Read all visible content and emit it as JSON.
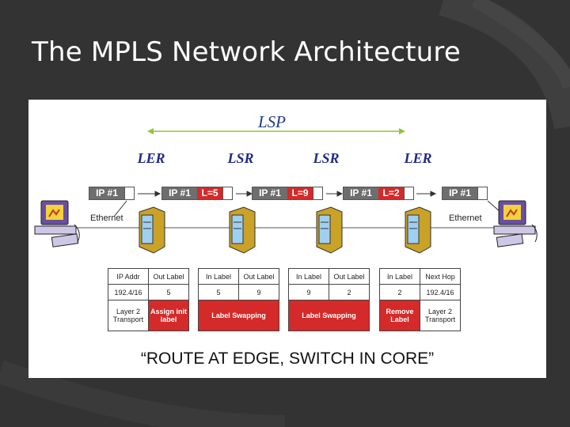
{
  "slide": {
    "title": "The MPLS Network Architecture"
  },
  "diagram": {
    "lsp": "LSP",
    "routers": [
      "LER",
      "LSR",
      "LSR",
      "LER"
    ],
    "packets": [
      {
        "ip": "IP #1",
        "label": ""
      },
      {
        "ip": "IP #1",
        "label": "L=5"
      },
      {
        "ip": "IP #1",
        "label": "L=9"
      },
      {
        "ip": "IP #1",
        "label": "L=2"
      },
      {
        "ip": "IP #1",
        "label": ""
      }
    ],
    "ethernet_left": "Ethernet",
    "ethernet_right": "Ethernet",
    "tables": [
      {
        "headers": [
          "IP Addr",
          "Out Label"
        ],
        "row": [
          "192.4/16",
          "5"
        ],
        "bottom_left": "Layer 2 Transport",
        "bottom_right": "Assign init label"
      },
      {
        "headers": [
          "In Label",
          "Out Label"
        ],
        "row": [
          "5",
          "9"
        ],
        "bottom": "Label Swapping"
      },
      {
        "headers": [
          "In Label",
          "Out Label"
        ],
        "row": [
          "9",
          "2"
        ],
        "bottom": "Label Swapping"
      },
      {
        "headers": [
          "In Label",
          "Next Hop"
        ],
        "row": [
          "2",
          "192.4/16"
        ],
        "bottom_left": "Remove Label",
        "bottom_right": "Layer 2 Transport"
      }
    ],
    "tagline": "“ROUTE AT EDGE, SWITCH IN CORE”"
  },
  "colors": {
    "background": "#333333",
    "label_red": "#d42a2a",
    "ip_gray": "#6e6e6e",
    "lsp_green": "#8cc63f",
    "router_blue": "#1f2a8a"
  }
}
